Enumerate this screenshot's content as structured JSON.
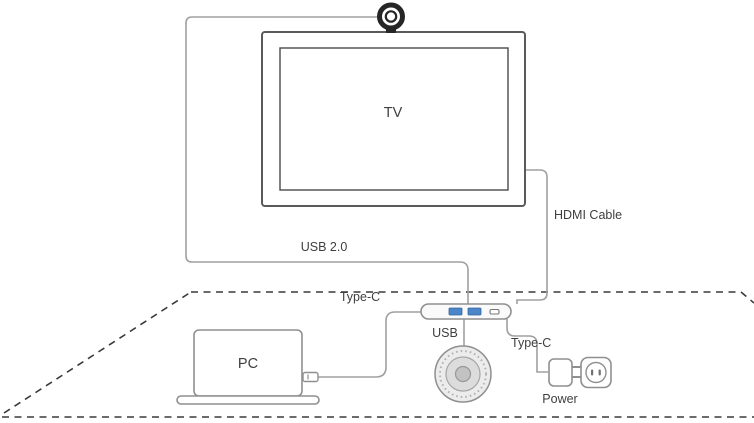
{
  "diagram": {
    "tv_label": "TV",
    "usb2_label": "USB 2.0",
    "hdmi_label": "HDMI Cable",
    "typec_hub_label": "Type-C",
    "usb_label": "USB",
    "typec_power_label": "Type-C",
    "pc_label": "PC",
    "power_label": "Power",
    "colors": {
      "cable": "#a0a0a0",
      "device_stroke": "#8f8f8f",
      "tv_frame": "#5a5a5a",
      "dashed_border": "#3a3a3a",
      "text": "#3f3f3f",
      "usb_port_blue": "#4a86c8",
      "camera_ring": "#262626"
    }
  }
}
